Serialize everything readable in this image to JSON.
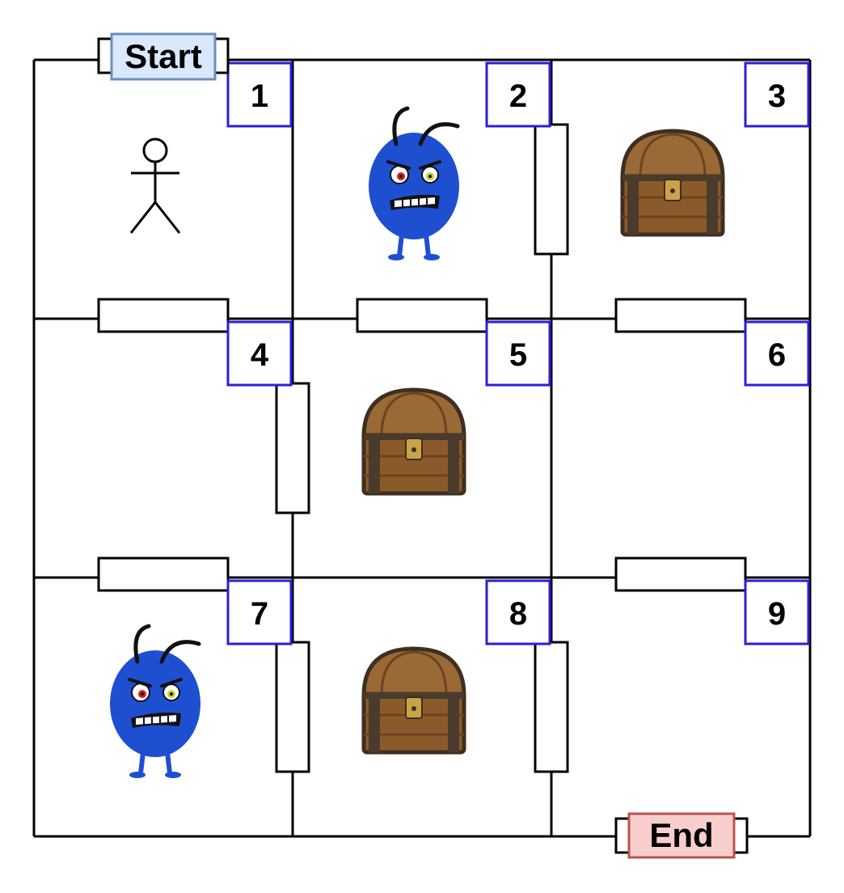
{
  "start_label": "Start",
  "end_label": "End",
  "grid": {
    "rows": 3,
    "cols": 3
  },
  "rooms": [
    {
      "number": "1",
      "content": "person-icon"
    },
    {
      "number": "2",
      "content": "monster-icon"
    },
    {
      "number": "3",
      "content": "treasure-chest-icon"
    },
    {
      "number": "4",
      "content": ""
    },
    {
      "number": "5",
      "content": "treasure-chest-icon"
    },
    {
      "number": "6",
      "content": ""
    },
    {
      "number": "7",
      "content": "monster-icon"
    },
    {
      "number": "8",
      "content": "treasure-chest-icon"
    },
    {
      "number": "9",
      "content": ""
    }
  ],
  "doors": [
    {
      "between": [
        "1",
        "4"
      ]
    },
    {
      "between": [
        "2",
        "5"
      ]
    },
    {
      "between": [
        "3",
        "6"
      ]
    },
    {
      "between": [
        "4",
        "7"
      ]
    },
    {
      "between": [
        "6",
        "9"
      ]
    },
    {
      "between": [
        "2",
        "3"
      ]
    },
    {
      "between": [
        "4",
        "5"
      ]
    },
    {
      "between": [
        "7",
        "8"
      ]
    },
    {
      "between": [
        "8",
        "9"
      ]
    }
  ],
  "colors": {
    "wall": "#000000",
    "number_box_border": "#2b1fd6",
    "start_fill": "#dae8fc",
    "start_border": "#6c8ebf",
    "end_fill": "#f8cecc",
    "end_border": "#b85450",
    "monster": "#1f4fd1",
    "chest_wood": "#8b5a2b",
    "chest_metal": "#4a3b2c"
  }
}
